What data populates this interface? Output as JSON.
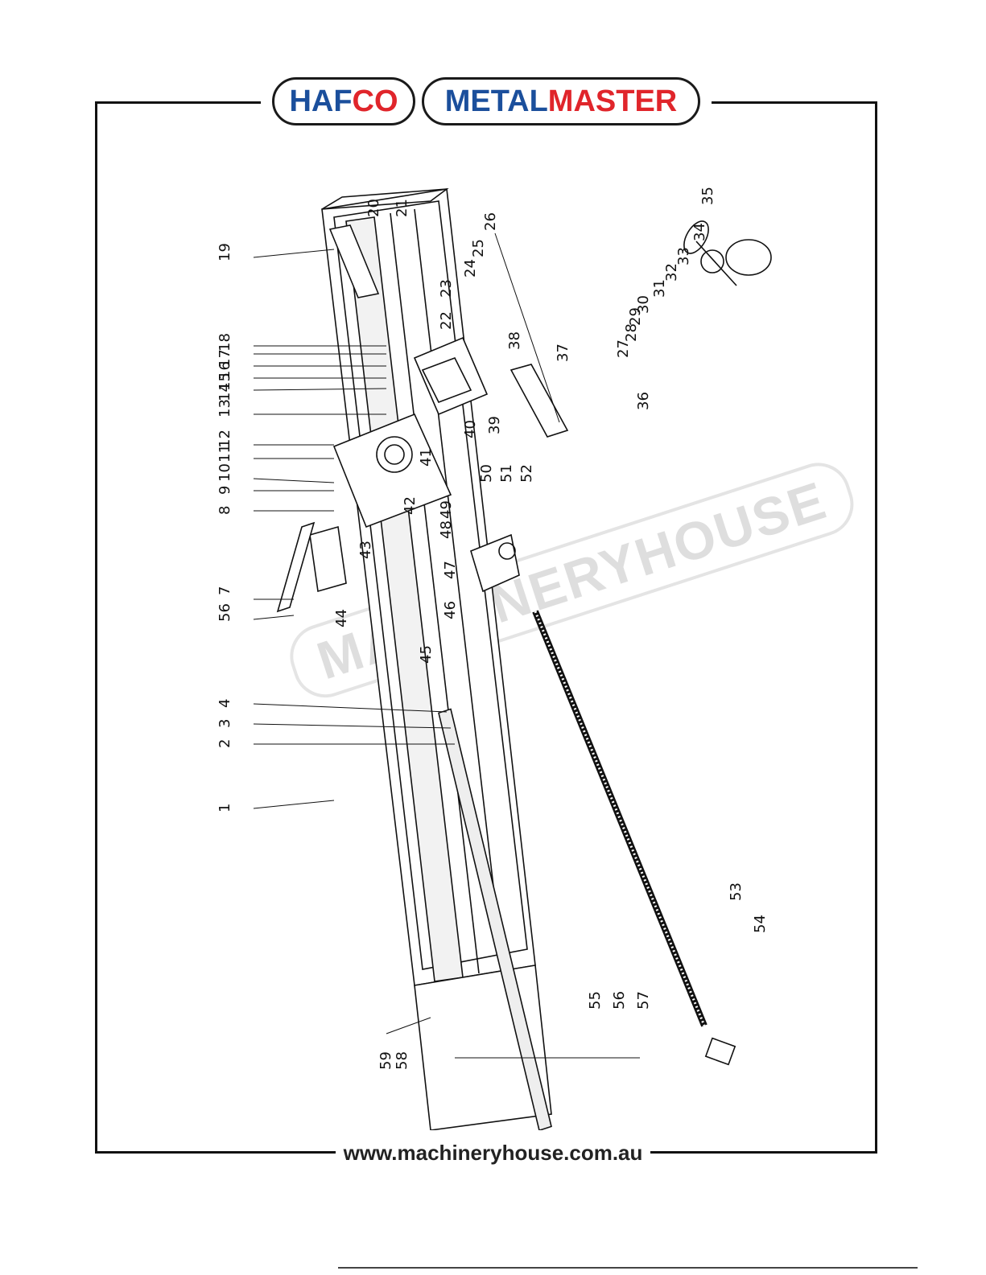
{
  "header": {
    "brand_left_part1": "HAF",
    "brand_left_part2": "CO",
    "brand_right_part1": "METAL",
    "brand_right_part2": "MASTER",
    "colors": {
      "blue": "#1b4f9c",
      "red": "#e0252b"
    }
  },
  "watermark": {
    "text": "MACHINERYHOUSE"
  },
  "footer": {
    "url": "www.machineryhouse.com.au"
  },
  "parts": {
    "p1": "1",
    "p2": "2",
    "p3": "3",
    "p4": "4",
    "p7": "7",
    "p8": "8",
    "p9": "9",
    "p10": "10",
    "p11": "11",
    "p12": "12",
    "p13": "13",
    "p14": "14",
    "p15": "15",
    "p16": "16",
    "p17": "17",
    "p18": "18",
    "p19": "19",
    "p20": "20",
    "p21": "21",
    "p22": "22",
    "p23": "23",
    "p24": "24",
    "p25": "25",
    "p26": "26",
    "p27": "27",
    "p28": "28",
    "p29": "29",
    "p30": "30",
    "p31": "31",
    "p32": "32",
    "p33": "33",
    "p34": "34",
    "p35": "35",
    "p36": "36",
    "p37": "37",
    "p38": "38",
    "p39": "39",
    "p40": "40",
    "p41": "41",
    "p42": "42",
    "p43": "43",
    "p44": "44",
    "p45": "45",
    "p46": "46",
    "p47": "47",
    "p48": "48",
    "p49": "49",
    "p50": "50",
    "p51": "51",
    "p52": "52",
    "p53": "53",
    "p54": "54",
    "p55": "55",
    "p56a": "56",
    "p56b": "56",
    "p57": "57",
    "p58": "58",
    "p59": "59",
    "p5": "5",
    "p6": "6"
  }
}
